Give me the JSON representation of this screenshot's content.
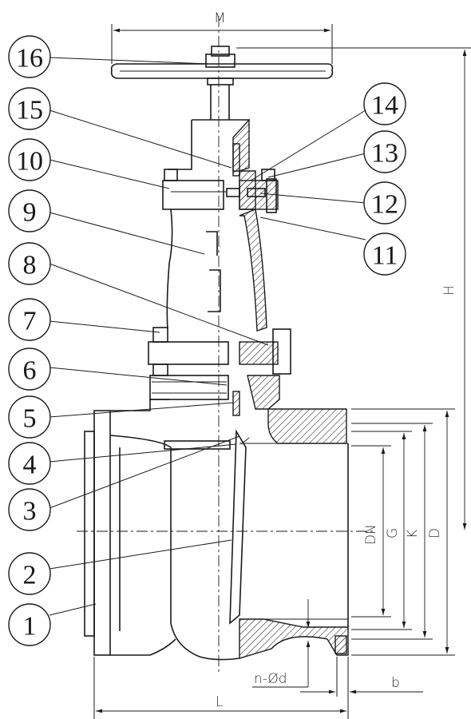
{
  "callouts": [
    "1",
    "2",
    "3",
    "4",
    "5",
    "6",
    "7",
    "8",
    "9",
    "10",
    "11",
    "12",
    "13",
    "14",
    "15",
    "16"
  ],
  "dimensions": {
    "M": "M",
    "H": "H",
    "DN": "DN",
    "G": "G",
    "K": "K",
    "D": "D",
    "L": "L",
    "b": "b",
    "n_d": "n-Ød"
  },
  "colors": {
    "line": "#1a1a1a",
    "background": "#ffffff"
  }
}
